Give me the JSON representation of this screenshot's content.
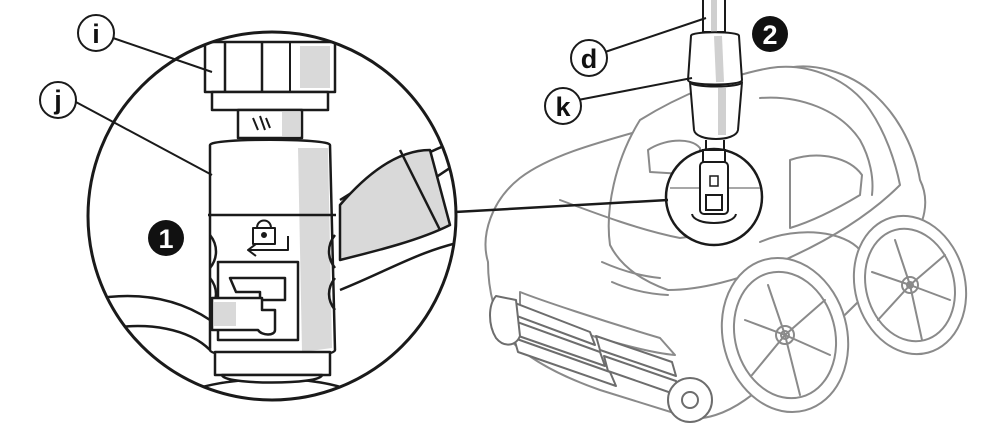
{
  "callouts": {
    "i": "i",
    "j": "j",
    "d": "d",
    "k": "k"
  },
  "steps": {
    "one": "1",
    "two": "2"
  },
  "colors": {
    "line": "#1a1a1a",
    "robot_line": "#8a8a8a",
    "robot_fill": "#ffffff",
    "shade": "#d9d9d9",
    "callout_fill": "#ffffff",
    "step_fill": "#111111"
  },
  "icons": {
    "lock": "lock-icon",
    "arrow": "arrow-left-icon"
  }
}
